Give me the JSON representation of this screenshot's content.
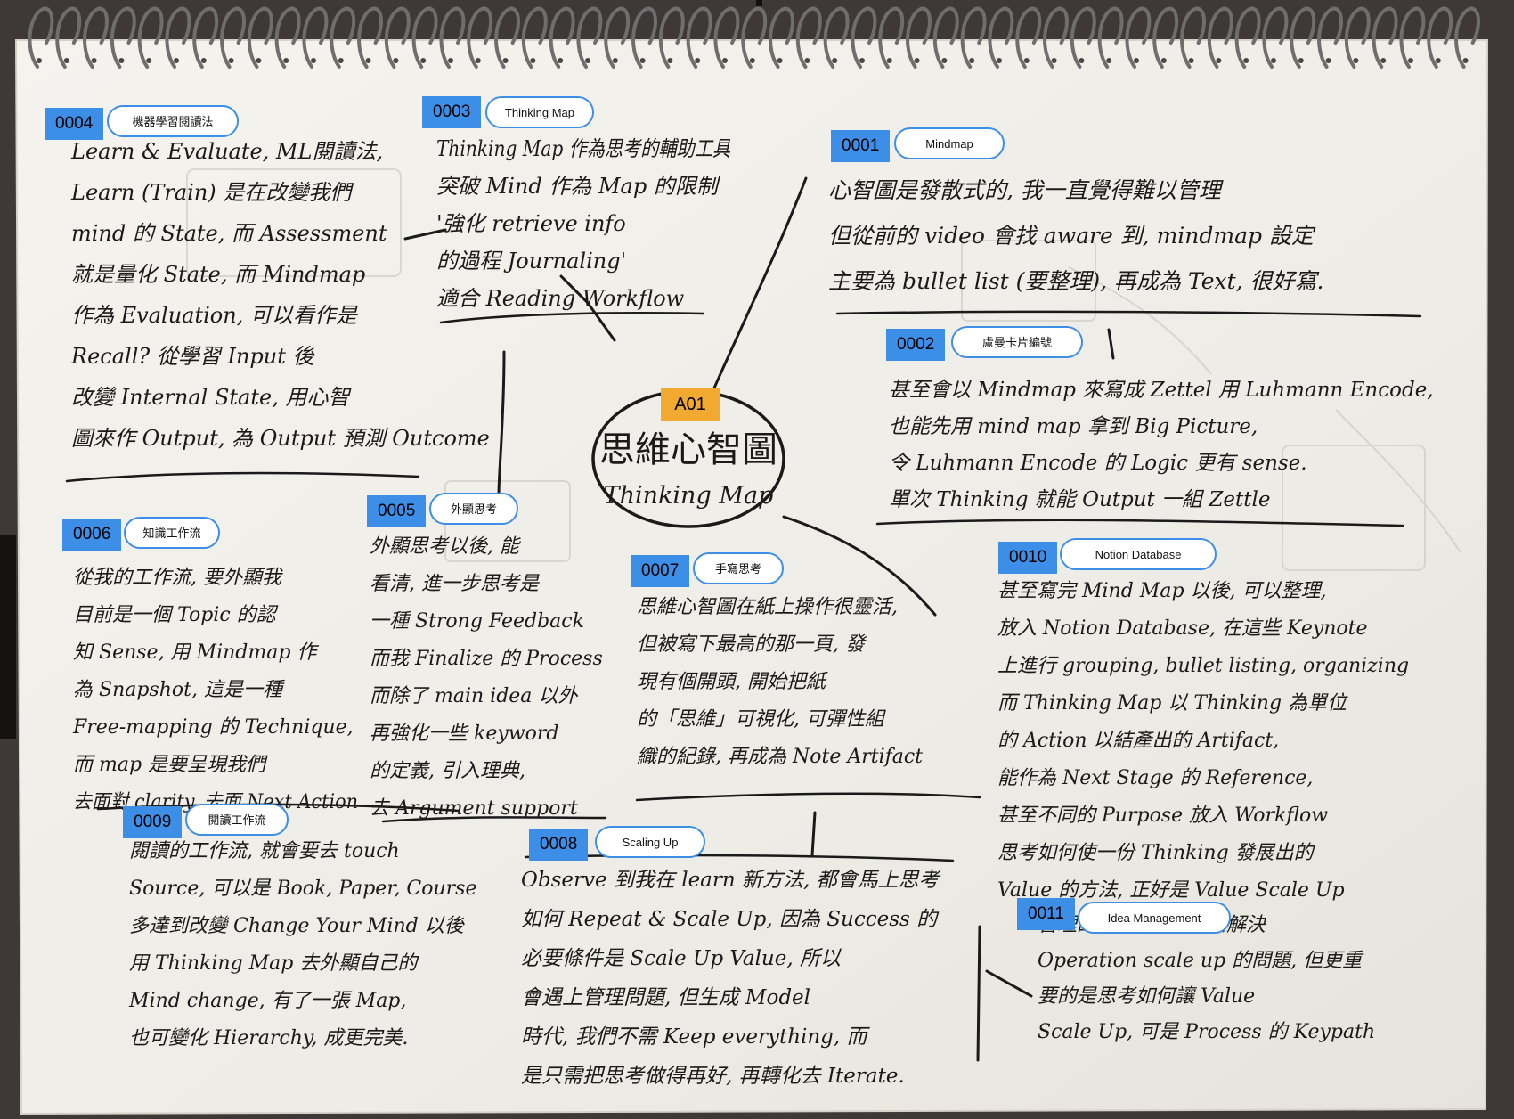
{
  "center": {
    "code": "A01",
    "line1": "思維心智圖",
    "line2": "Thinking Map"
  },
  "nodes": [
    {
      "code": "0004",
      "label": "機器學習閱讀法",
      "notes": [
        "Learn & Evaluate, ML閱讀法,",
        "Learn (Train) 是在改變我們",
        "mind 的 State, 而 Assessment",
        "就是量化 State, 而 Mindmap",
        "作為 Evaluation, 可以看作是",
        "Recall? 從學習 Input 後",
        "改變 Internal State, 用心智",
        "圖來作 Output, 為 Output 預測 Outcome"
      ]
    },
    {
      "code": "0003",
      "label": "Thinking Map",
      "notes": [
        "Thinking Map 作為思考的輔助工具",
        "突破 Mind 作為 Map 的限制",
        "'強化 retrieve info",
        "的過程 Journaling'",
        "適合 Reading Workflow"
      ]
    },
    {
      "code": "0001",
      "label": "Mindmap",
      "notes": [
        "心智圖是發散式的, 我一直覺得難以管理",
        "但從前的 video 會找 aware 到, mindmap 設定",
        "主要為 bullet list (要整理), 再成為 Text, 很好寫."
      ]
    },
    {
      "code": "0002",
      "label": "盧曼卡片編號",
      "notes": [
        "甚至會以 Mindmap 來寫成 Zettel 用 Luhmann Encode,",
        "也能先用 mind map 拿到 Big Picture,",
        "令 Luhmann Encode 的 Logic 更有 sense.",
        "單次 Thinking 就能 Output 一組 Zettle"
      ]
    },
    {
      "code": "0006",
      "label": "知識工作流",
      "notes": [
        "從我的工作流, 要外顯我",
        "目前是一個 Topic 的認",
        "知 Sense, 用 Mindmap 作",
        "為 Snapshot, 這是一種",
        "Free-mapping 的 Technique,",
        "而 map 是要呈現我們",
        "去面對 clarity, 去面 Next Action"
      ]
    },
    {
      "code": "0005",
      "label": "外顯思考",
      "notes": [
        "外顯思考以後, 能",
        "看清, 進一步思考是",
        "一種 Strong Feedback",
        "而我 Finalize 的 Process",
        "而除了 main idea 以外",
        "再強化一些 keyword",
        "的定義, 引入理典,",
        "去 Argument support"
      ]
    },
    {
      "code": "0007",
      "label": "手寫思考",
      "notes": [
        "思維心智圖在紙上操作很靈活,",
        "但被寫下最高的那一頁, 發",
        "現有個開頭, 開始把紙",
        "的「思維」可視化, 可彈性組",
        "織的紀錄, 再成為 Note Artifact"
      ]
    },
    {
      "code": "0010",
      "label": "Notion Database",
      "notes": [
        "甚至寫完 Mind Map 以後, 可以整理,",
        "放入 Notion Database, 在這些 Keynote",
        "上進行 grouping, bullet listing, organizing",
        "而 Thinking Map 以 Thinking 為單位",
        "的 Action 以結產出的 Artifact,",
        "能作為 Next Stage 的 Reference,",
        "甚至不同的 Purpose 放入 Workflow",
        "思考如何使一份 Thinking 發展出的",
        "Value 的方法, 正好是 Value Scale Up"
      ]
    },
    {
      "code": "0009",
      "label": "閱讀工作流",
      "notes": [
        "閱讀的工作流, 就會要去 touch",
        "Source, 可以是 Book, Paper, Course",
        "多達到改變 Change Your Mind 以後",
        "用 Thinking Map 去外顯自己的",
        "Mind change, 有了一張 Map,",
        "也可變化 Hierarchy, 成更完美."
      ]
    },
    {
      "code": "0008",
      "label": "Scaling Up",
      "notes": [
        "Observe 到我在 learn 新方法, 都會馬上思考",
        "如何 Repeat & Scale Up, 因為 Success 的",
        "必要條件是 Scale Up Value, 所以",
        "會遇上管理問題, 但生成 Model",
        "時代, 我們不需 Keep everything, 而",
        "是只需把思考做得再好, 再轉化去 Iterate."
      ]
    },
    {
      "code": "0011",
      "label": "Idea Management",
      "notes": [
        "管理的陷阱, 是想包去解決",
        "Operation scale up 的問題, 但更重",
        "要的是思考如何讓 Value",
        "Scale Up, 可是 Process 的 Keypath"
      ]
    }
  ],
  "colors": {
    "tag": "#3d8ee6",
    "center_tag": "#f1a92f",
    "pill_border": "#3d8ee6",
    "ink": "#1a1a1a",
    "paper": "#f3f1ec"
  }
}
